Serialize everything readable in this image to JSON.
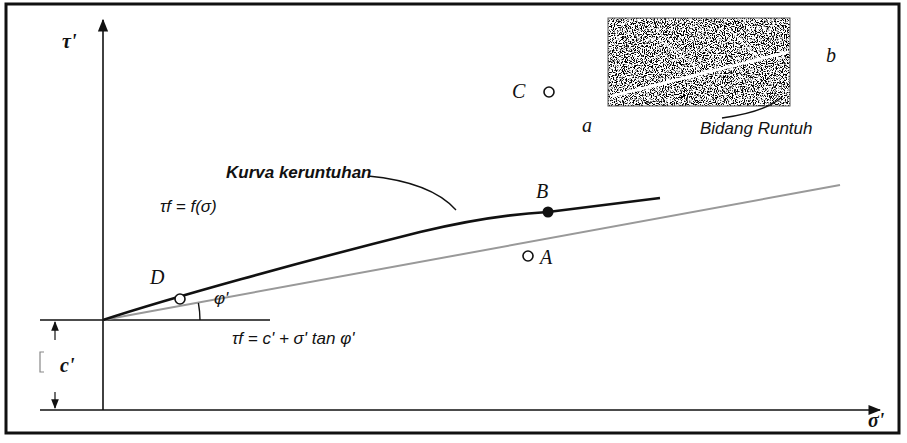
{
  "diagram": {
    "labels": [
      "τ'",
      "C",
      "b",
      "a",
      "Bidang Runtuh",
      "Kurva keruntuhan",
      "B",
      "τf = f(σ)",
      "D",
      "A",
      "φ'",
      "τf = c' + σ' tan φ'",
      "c'",
      "σ'"
    ]
  }
}
